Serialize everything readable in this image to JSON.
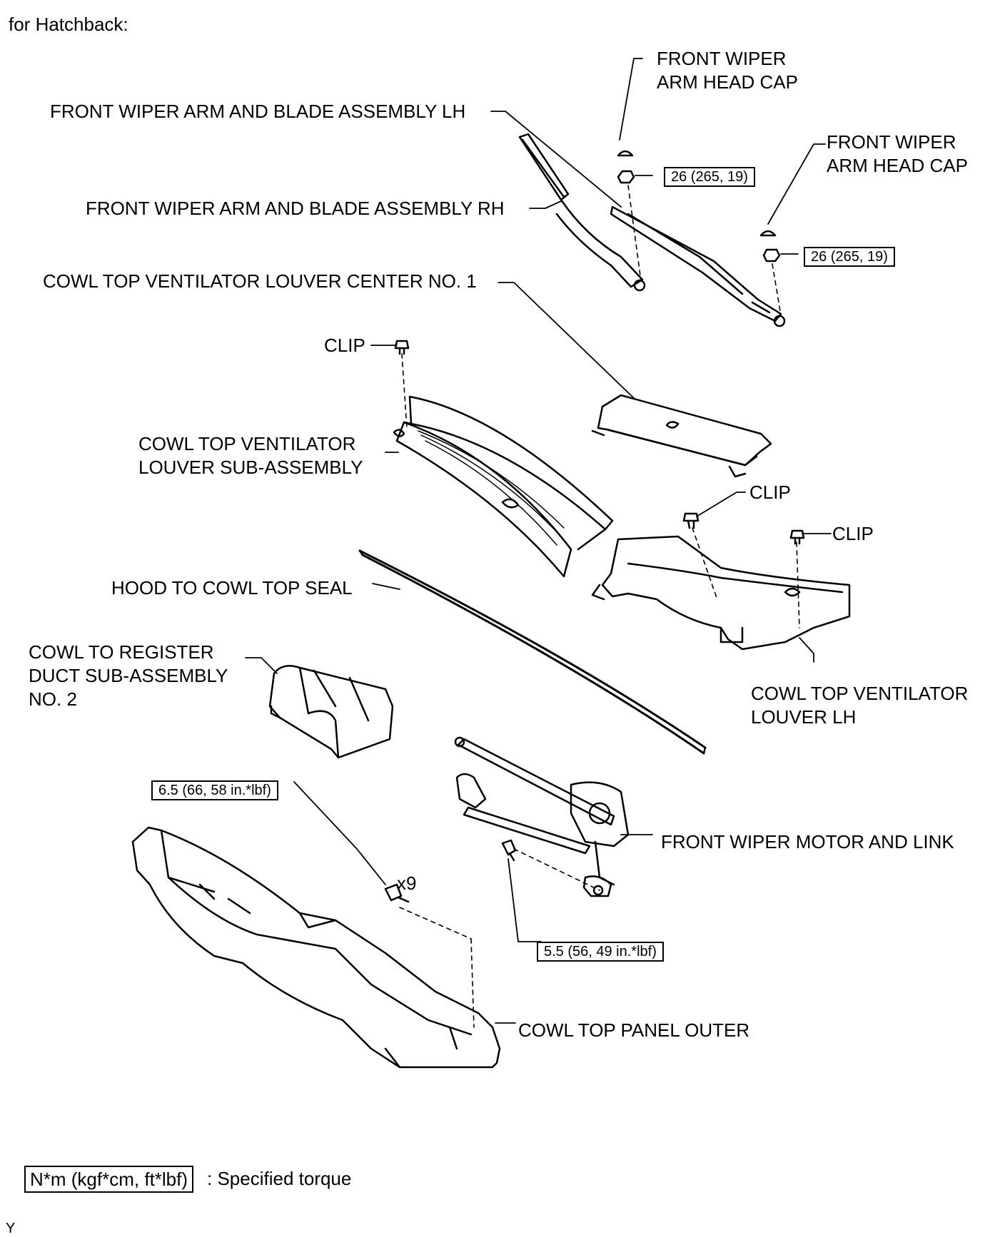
{
  "heading": "for Hatchback:",
  "labels": {
    "head_cap_1": [
      "FRONT WIPER",
      "ARM HEAD CAP"
    ],
    "head_cap_2": [
      "FRONT WIPER",
      "ARM HEAD CAP"
    ],
    "arm_lh": "FRONT WIPER ARM AND BLADE ASSEMBLY LH",
    "arm_rh": "FRONT WIPER ARM AND BLADE ASSEMBLY RH",
    "louver_center": "COWL TOP VENTILATOR LOUVER CENTER NO. 1",
    "clip_1": "CLIP",
    "clip_2": "CLIP",
    "clip_3": "CLIP",
    "louver_sub": [
      "COWL TOP VENTILATOR",
      "LOUVER SUB-ASSEMBLY"
    ],
    "hood_seal": "HOOD TO COWL TOP SEAL",
    "duct": [
      "COWL TO REGISTER",
      "DUCT SUB-ASSEMBLY",
      "NO. 2"
    ],
    "louver_lh": [
      "COWL TOP VENTILATOR",
      "LOUVER LH"
    ],
    "motor": "FRONT WIPER MOTOR AND LINK",
    "panel_outer": "COWL TOP PANEL OUTER",
    "x9": "x9"
  },
  "torques": {
    "t1": "26 (265, 19)",
    "t2": "26 (265, 19)",
    "t3": "6.5 (66, 58 in.*lbf)",
    "t4": "5.5 (56, 49 in.*lbf)"
  },
  "legend": {
    "box": "N*m (kgf*cm, ft*lbf)",
    "text": ": Specified torque"
  },
  "footer_code": "Y"
}
